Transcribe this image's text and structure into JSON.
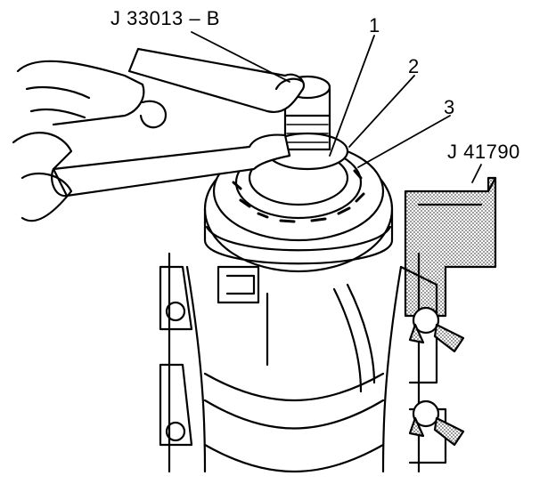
{
  "figure": {
    "callouts": {
      "tool_1": "J 33013 – B",
      "num_1": "1",
      "num_2": "2",
      "num_3": "3",
      "tool_2": "J 41790"
    },
    "colors": {
      "ink": "#000000",
      "paper": "#ffffff",
      "stipple": "#8a8a8a"
    }
  }
}
